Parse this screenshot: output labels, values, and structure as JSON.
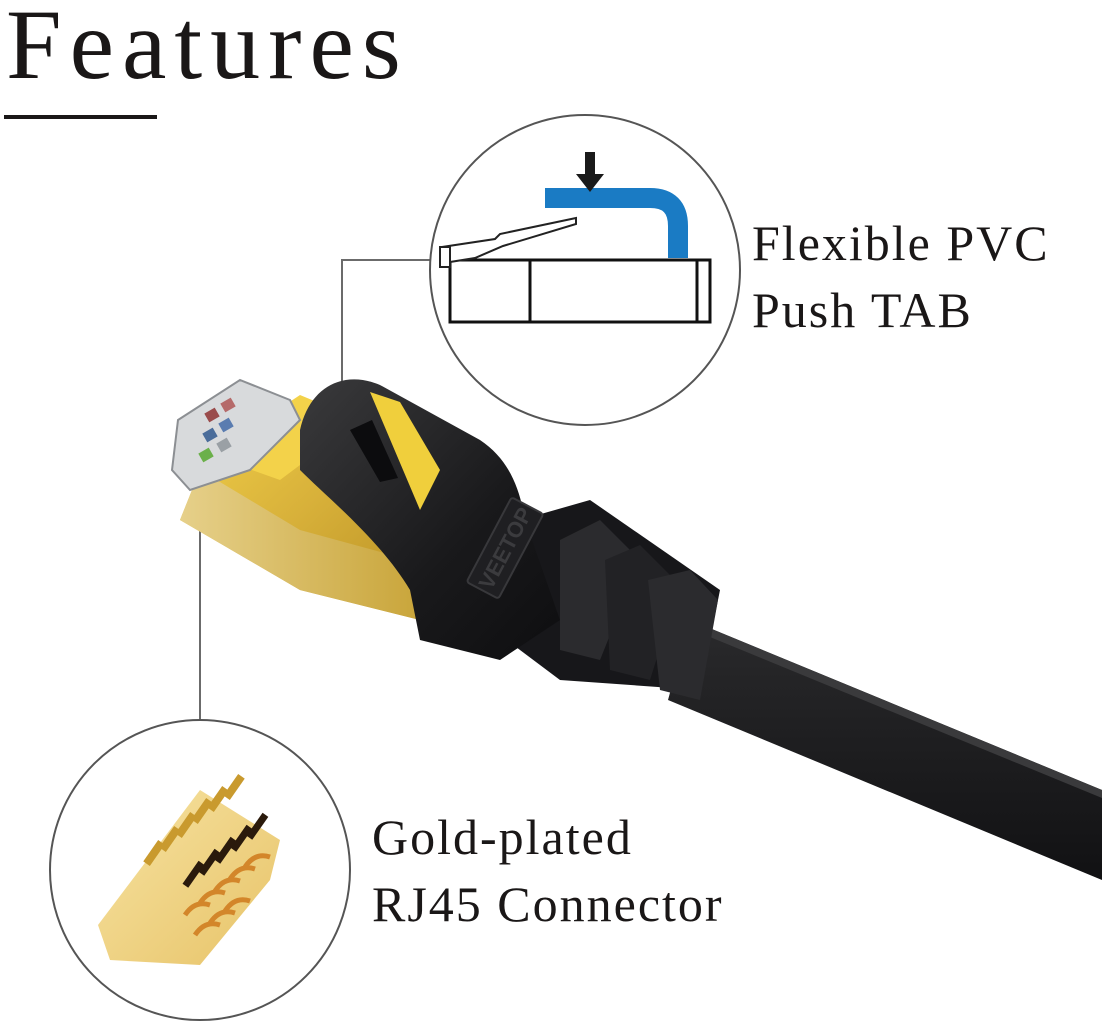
{
  "header": {
    "title": "Features"
  },
  "callouts": [
    {
      "id": "push-tab",
      "line1": "Flexible PVC",
      "line2": "Push TAB"
    },
    {
      "id": "rj45",
      "line1": "Gold-plated",
      "line2": "RJ45 Connector"
    }
  ],
  "product": {
    "brand_mark": "VEETOP"
  },
  "colors": {
    "text": "#1a1717",
    "accent_blue": "#1a7bc4",
    "gold": "#d9b64a",
    "cable": "#1c1c1e",
    "leader_line": "#6b6b6b"
  }
}
